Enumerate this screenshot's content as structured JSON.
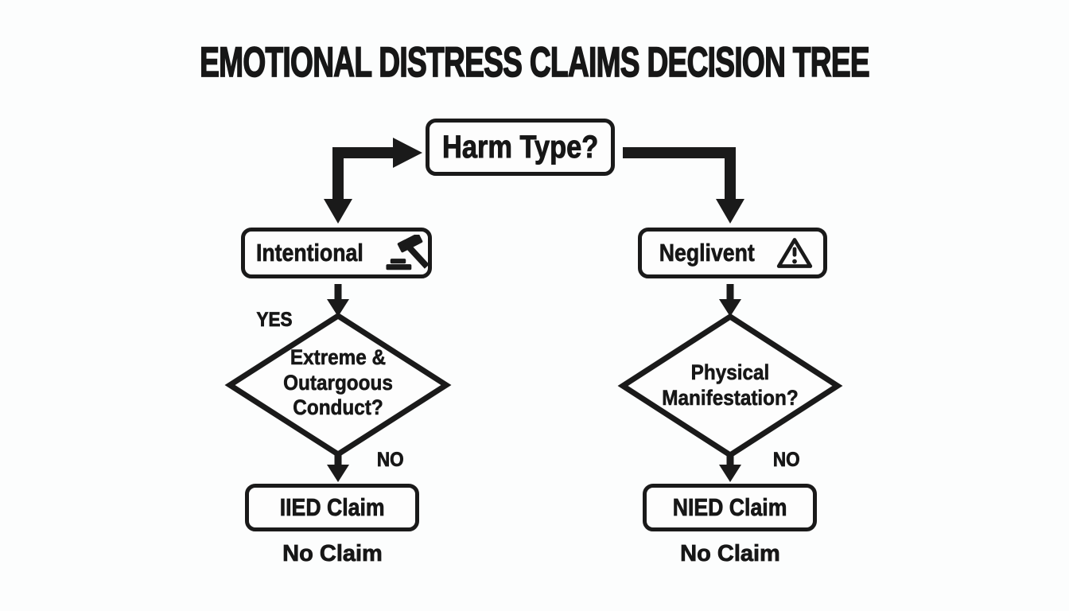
{
  "title": "EMOTIONAL DISTRESS CLAIMS DECISION TREE",
  "root": {
    "label": "Harm Type?"
  },
  "branches": {
    "left": {
      "node": {
        "label": "Intentional",
        "icon": "gavel-icon"
      },
      "decision": {
        "lines": [
          "Extreme &",
          "Outargoous",
          "Conduct?"
        ]
      },
      "yes_label": "YES",
      "no_label": "NO",
      "outcome": {
        "label": "IIED Claim"
      },
      "fallback_label": "No Claim"
    },
    "right": {
      "node": {
        "label": "Neglivent",
        "icon": "warning-icon"
      },
      "decision": {
        "lines": [
          "Physical",
          "Manifestation?"
        ]
      },
      "no_label": "NO",
      "outcome": {
        "label": "NIED Claim"
      },
      "fallback_label": "No Claim"
    }
  },
  "colors": {
    "ink": "#1a1a1a",
    "background": "#fcfdfd"
  }
}
